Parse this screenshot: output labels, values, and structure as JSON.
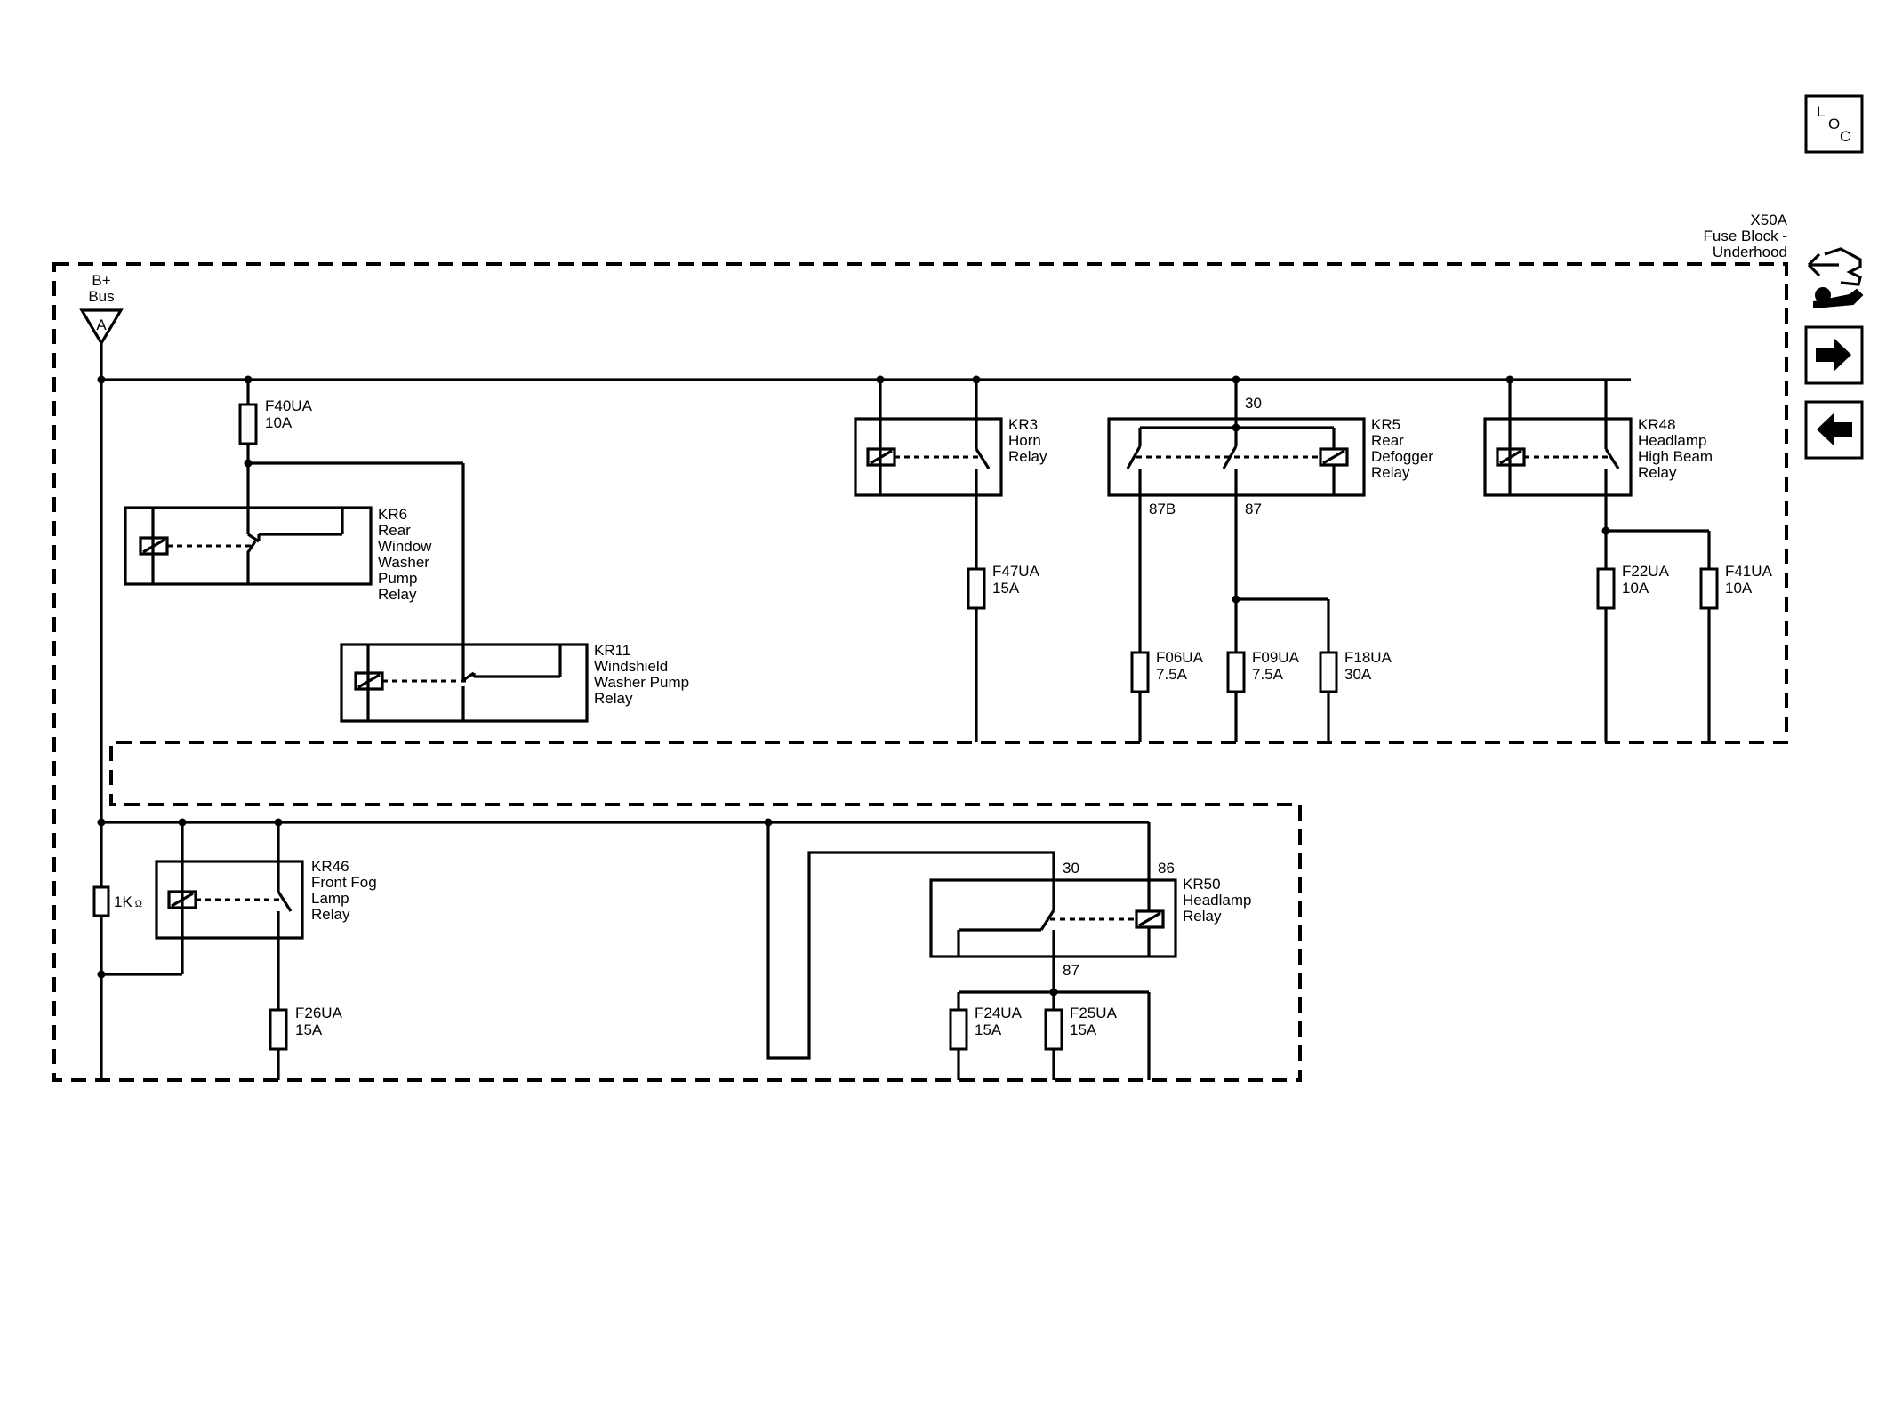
{
  "nav": {
    "loc_letters": [
      "L",
      "O",
      "C"
    ],
    "icons": [
      "loc-icon",
      "connector-tool-icon",
      "next-arrow-icon",
      "previous-arrow-icon"
    ]
  },
  "block": {
    "id": "X50A",
    "name_line1": "Fuse Block -",
    "name_line2": "Underhood"
  },
  "bus": {
    "line1": "B+",
    "line2": "Bus",
    "connector": "A"
  },
  "relays": {
    "kr6": [
      "KR6",
      "Rear",
      "Window",
      "Washer",
      "Pump",
      "Relay"
    ],
    "kr11": [
      "KR11",
      "Windshield",
      "Washer Pump",
      "Relay"
    ],
    "kr3": [
      "KR3",
      "Horn",
      "Relay"
    ],
    "kr5": [
      "KR5",
      "Rear",
      "Defogger",
      "Relay"
    ],
    "kr48": [
      "KR48",
      "Headlamp",
      "High Beam",
      "Relay"
    ],
    "kr46": [
      "KR46",
      "Front Fog",
      "Lamp",
      "Relay"
    ],
    "kr50": [
      "KR50",
      "Headlamp",
      "Relay"
    ]
  },
  "fuses": {
    "f40": [
      "F40UA",
      "10A"
    ],
    "f47": [
      "F47UA",
      "15A"
    ],
    "f06": [
      "F06UA",
      "7.5A"
    ],
    "f09": [
      "F09UA",
      "7.5A"
    ],
    "f18": [
      "F18UA",
      "30A"
    ],
    "f22": [
      "F22UA",
      "10A"
    ],
    "f41": [
      "F41UA",
      "10A"
    ],
    "f26": [
      "F26UA",
      "15A"
    ],
    "f24": [
      "F24UA",
      "15A"
    ],
    "f25": [
      "F25UA",
      "15A"
    ]
  },
  "terminals": {
    "kr5_30": "30",
    "kr5_87b": "87B",
    "kr5_87": "87",
    "kr50_30": "30",
    "kr50_86": "86",
    "kr50_87": "87"
  },
  "resistor": {
    "value": "1K",
    "unit": "Ω"
  }
}
